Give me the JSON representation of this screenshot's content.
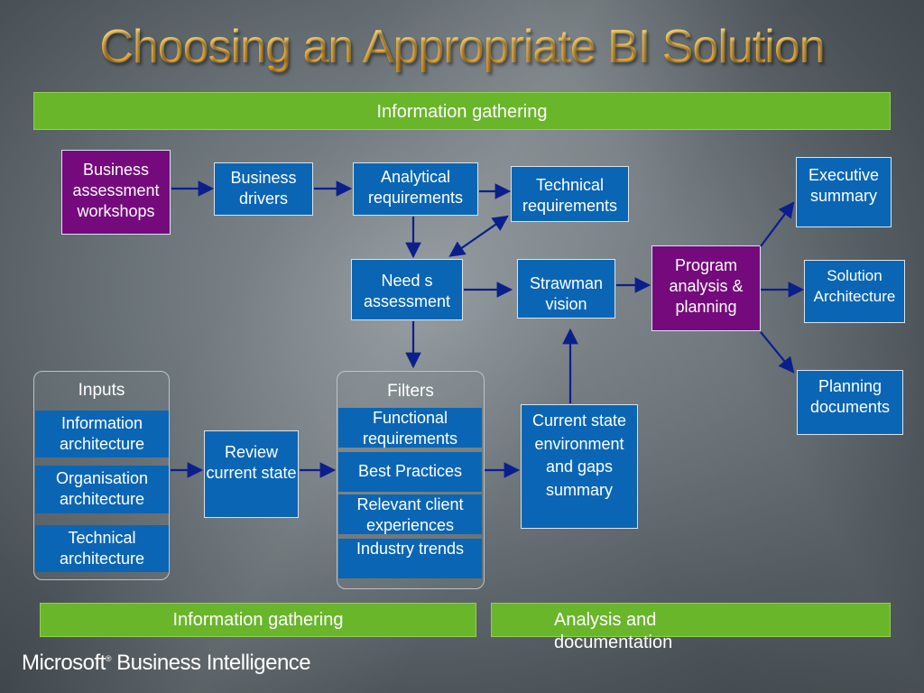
{
  "title": "Choosing an Appropriate BI Solution",
  "top_band": "Information gathering",
  "bottom_band_left": "Information gathering",
  "bottom_band_right": "Analysis and documentation",
  "boxes": {
    "business_workshops": "Business assessment workshops",
    "business_drivers": "Business drivers",
    "analytical_requirements": "Analytical requirements",
    "technical_requirements": "Technical requirements",
    "needs_assessment": "Need s assessment",
    "strawman_vision": "Strawman vision",
    "program_analysis": "Program analysis & planning",
    "executive_summary": "Executive summary",
    "solution_architecture": "Solution Architecture",
    "planning_documents": "Planning documents",
    "review_current_state": "Review current state",
    "current_state_summary": "Current state environment and gaps summary"
  },
  "inputs": {
    "label": "Inputs",
    "items": [
      "Information architecture",
      "Organisation architecture",
      "Technical architecture"
    ]
  },
  "filters": {
    "label": "Filters",
    "items": [
      "Functional requirements",
      "Best Practices",
      "Relevant client experiences",
      "Industry trends"
    ]
  },
  "footer": {
    "brand": "Microsoft",
    "trademark": "®",
    "product": "Business Intelligence"
  },
  "colors": {
    "band_green": "#69b62a",
    "box_blue": "#0a66b4",
    "box_purple": "#740a7c",
    "title_orange": "#f5b73b",
    "arrow_navy": "#0b1f8c"
  }
}
